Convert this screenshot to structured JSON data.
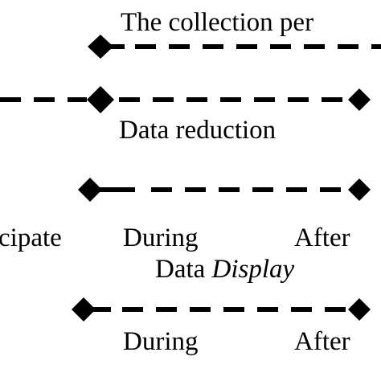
{
  "labels": {
    "collection_period": "The collection per",
    "data_reduction": "Data reduction",
    "row3_anticipate": "cipate",
    "row3_during": "During",
    "row3_after": "After",
    "data_display_word1": "Data",
    "data_display_word2": "Display",
    "row4_during": "During",
    "row4_after": "After"
  },
  "colors": {
    "ink": "#000000",
    "background": "#ffffff"
  }
}
